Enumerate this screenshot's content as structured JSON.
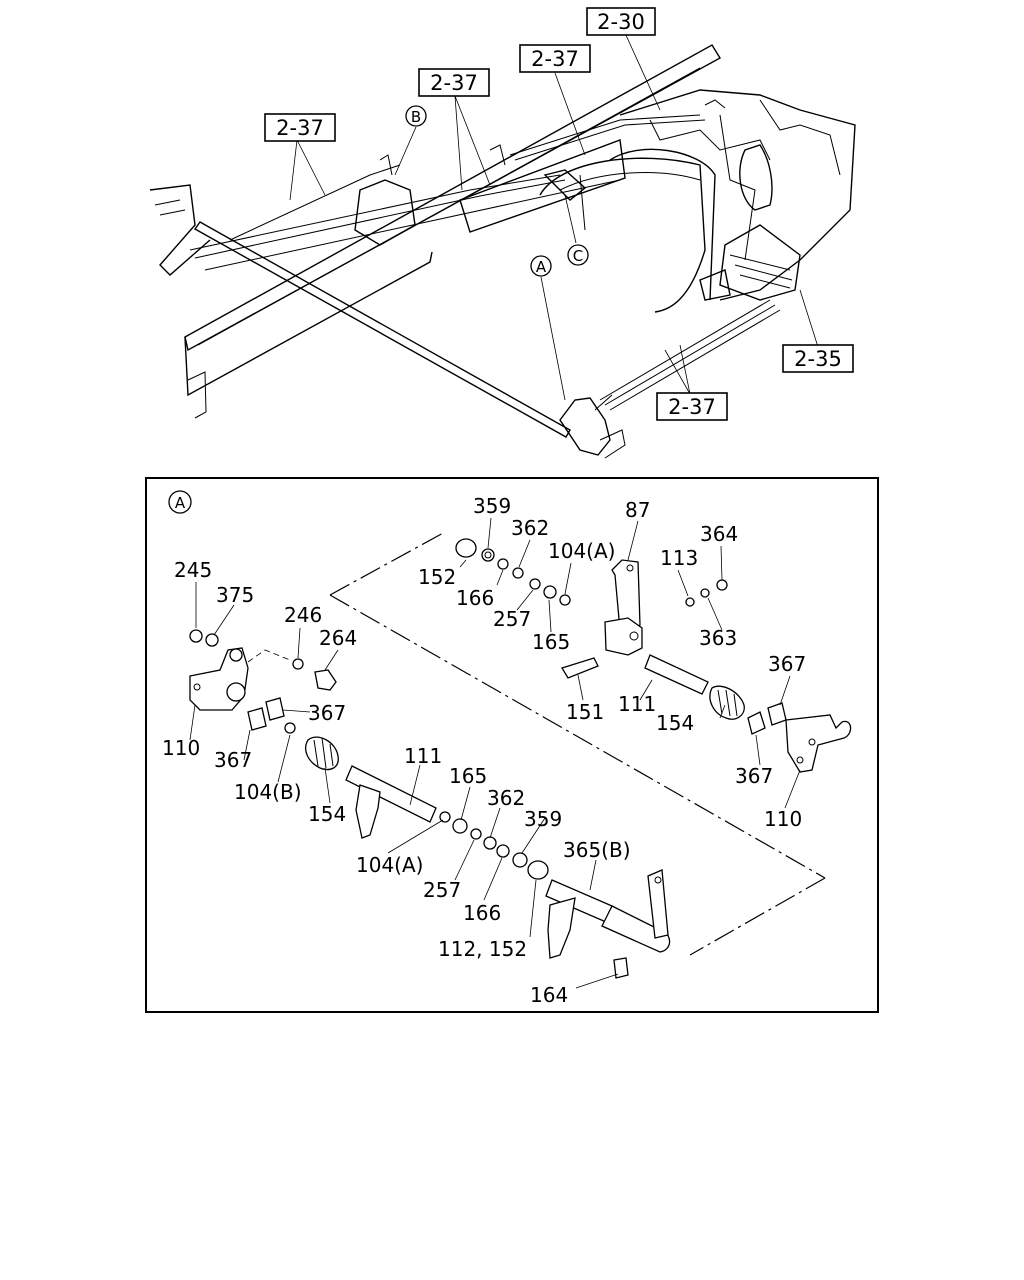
{
  "overview": {
    "section_refs": [
      "2-30",
      "2-37",
      "2-37",
      "2-37",
      "2-35",
      "2-37"
    ],
    "markers": [
      "B",
      "C",
      "A"
    ]
  },
  "detail": {
    "marker": "A",
    "part_numbers": [
      "359",
      "362",
      "87",
      "104(A)",
      "364",
      "113",
      "152",
      "166",
      "257",
      "165",
      "363",
      "245",
      "375",
      "246",
      "264",
      "151",
      "111",
      "367",
      "154",
      "367",
      "110",
      "367",
      "367",
      "110",
      "104(B)",
      "111",
      "154",
      "165",
      "362",
      "359",
      "104(A)",
      "257",
      "166",
      "365(B)",
      "112, 152",
      "164"
    ]
  }
}
